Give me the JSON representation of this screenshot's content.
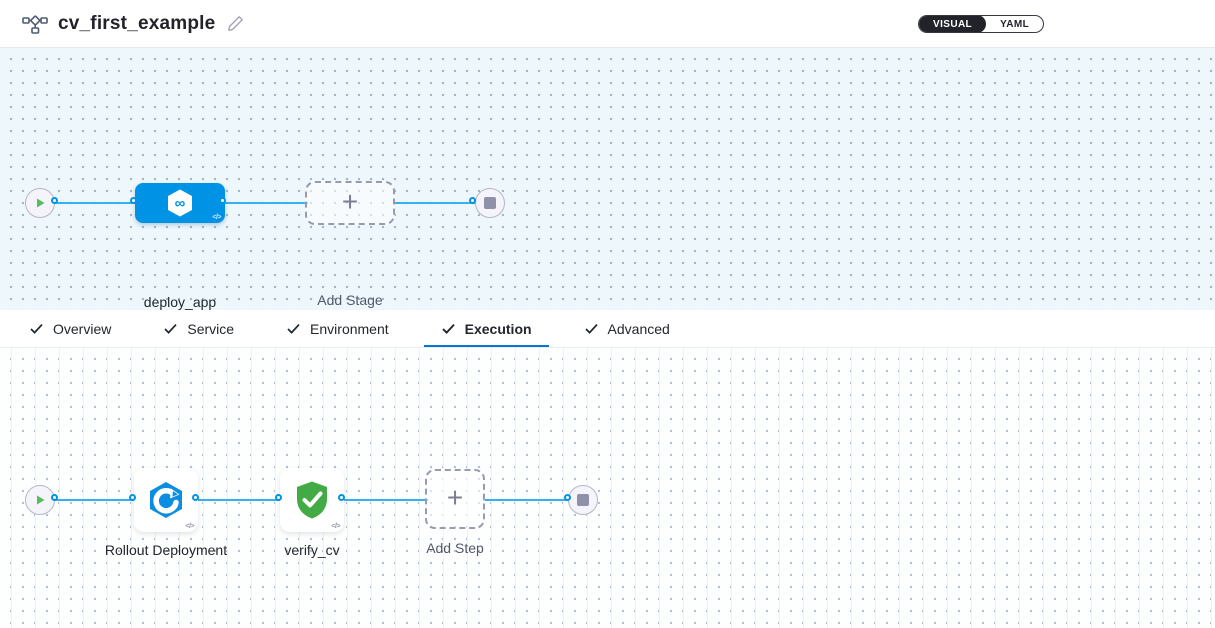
{
  "header": {
    "title": "cv_first_example",
    "view_toggle": {
      "options": [
        "VISUAL",
        "YAML"
      ],
      "selected": "VISUAL"
    }
  },
  "pipeline_canvas": {
    "stage_name": "deploy_app",
    "add_stage_label": "Add Stage"
  },
  "tabs": [
    {
      "label": "Overview",
      "checked": true,
      "active": false
    },
    {
      "label": "Service",
      "checked": true,
      "active": false
    },
    {
      "label": "Environment",
      "checked": true,
      "active": false
    },
    {
      "label": "Execution",
      "checked": true,
      "active": true
    },
    {
      "label": "Advanced",
      "checked": true,
      "active": false
    }
  ],
  "execution_canvas": {
    "step1_name": "Rollout Deployment",
    "step2_name": "verify_cv",
    "add_step_label": "Add Step",
    "code_badge": "</>"
  },
  "colors": {
    "stage_fill": "#0092e4",
    "connector_blue": "#35b1ef",
    "tab_underline": "#0278d5",
    "success_green": "#42ab45",
    "toggle_dark": "#22222a"
  }
}
